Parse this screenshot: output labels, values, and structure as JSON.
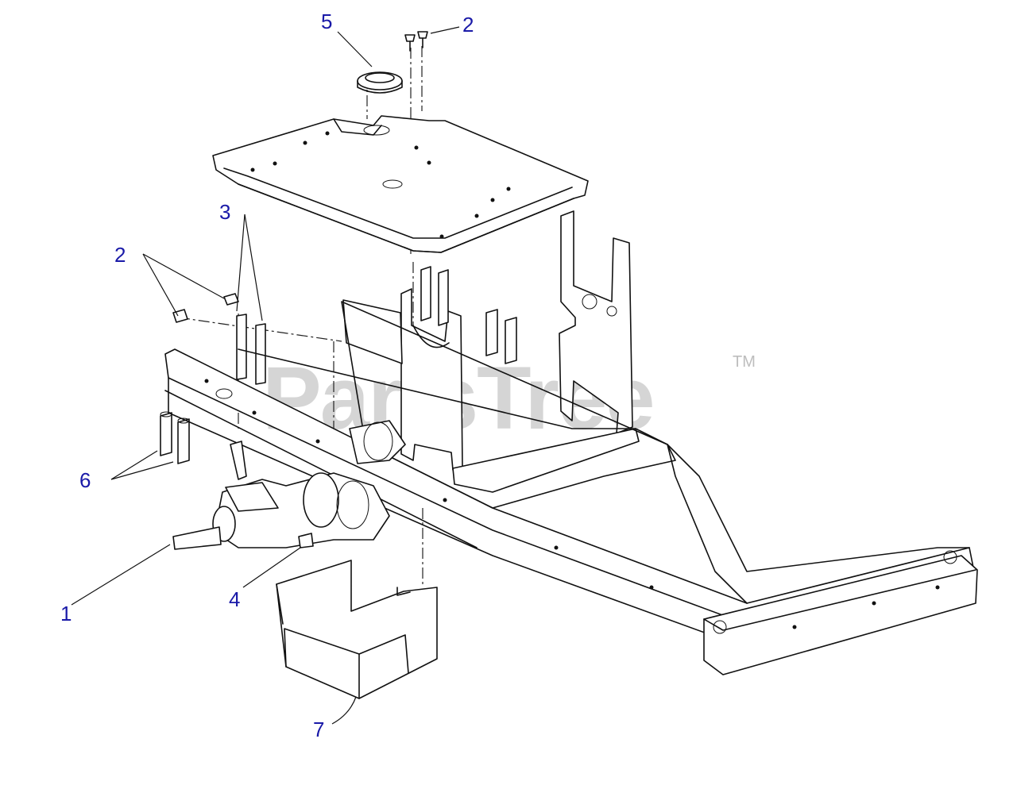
{
  "watermark": {
    "text": "PartsTree",
    "trademark": "TM"
  },
  "callouts": [
    {
      "id": "c5",
      "label": "5"
    },
    {
      "id": "c2a",
      "label": "2"
    },
    {
      "id": "c3",
      "label": "3"
    },
    {
      "id": "c2b",
      "label": "2"
    },
    {
      "id": "c6",
      "label": "6"
    },
    {
      "id": "c1",
      "label": "1"
    },
    {
      "id": "c4",
      "label": "4"
    },
    {
      "id": "c7",
      "label": "7"
    }
  ],
  "colors": {
    "callout": "#1a1aa8",
    "line": "#111111",
    "watermark": "#c8c8c8"
  }
}
